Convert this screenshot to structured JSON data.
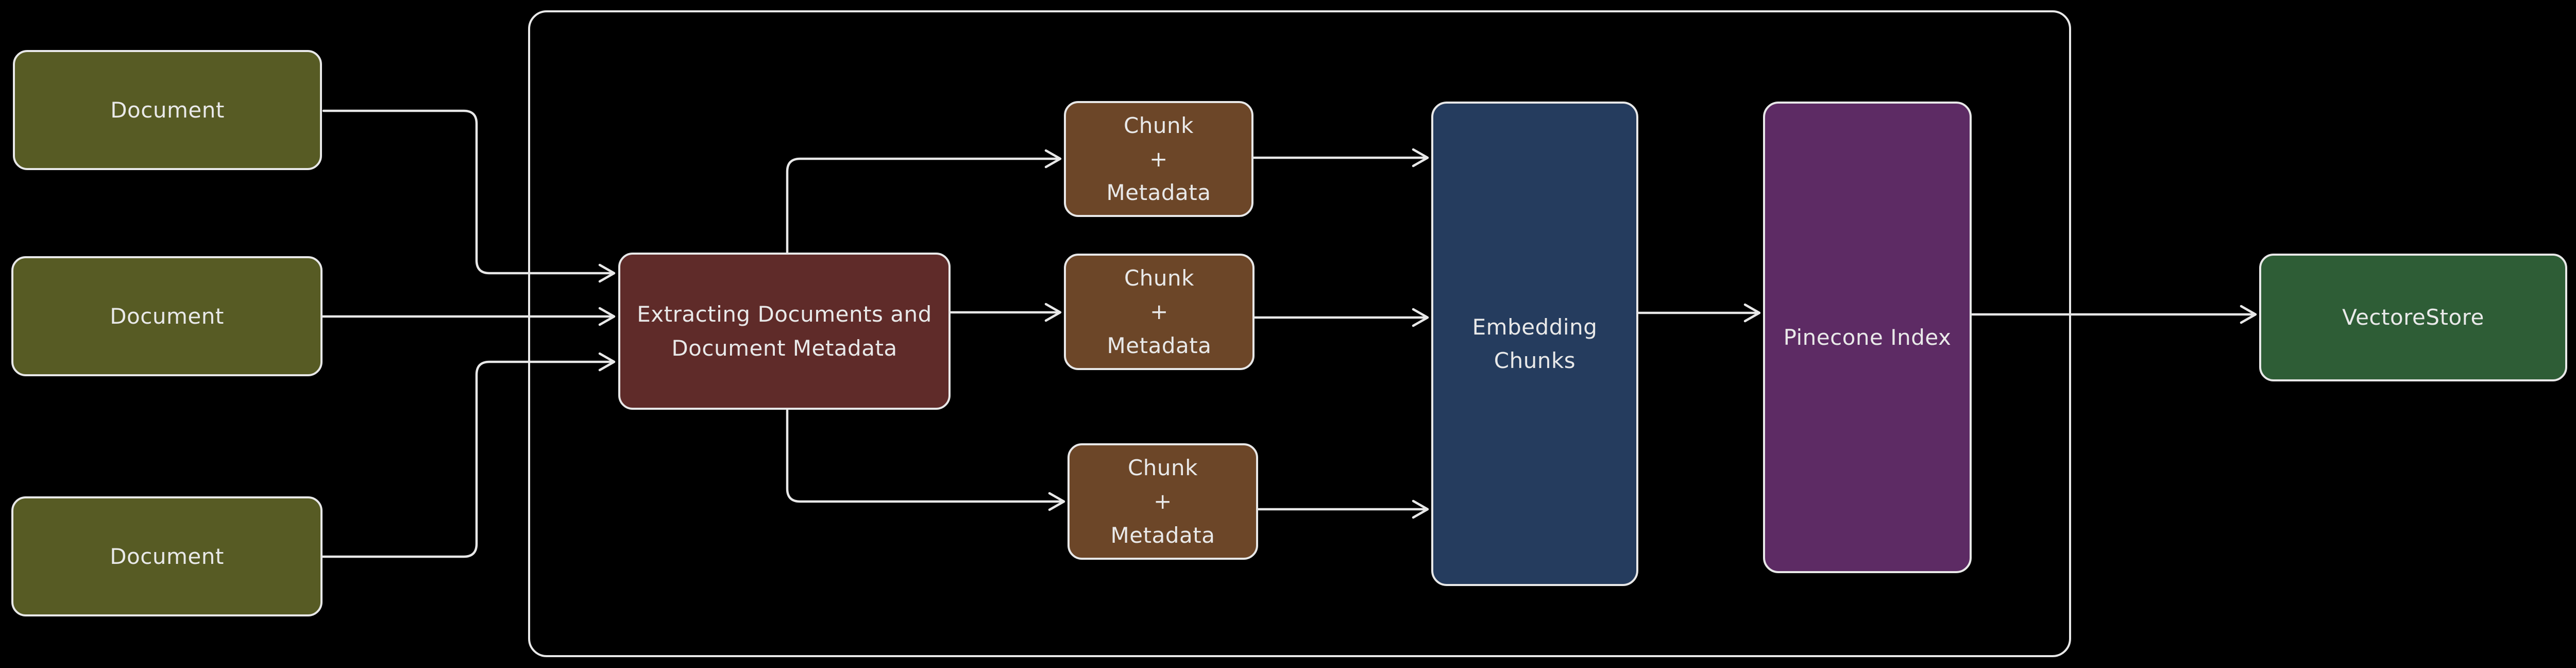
{
  "diagram": {
    "background": "#000000",
    "palette": {
      "line": "#e8e8e8",
      "text": "#e9e9e9",
      "document": "#575b24",
      "extracting": "#5f2b29",
      "chunk": "#6c4628",
      "embedding": "#253c5e",
      "pinecone": "#5d2b64",
      "vectorstore": "#2e5d36"
    },
    "nodes": {
      "doc1": {
        "label": "Document",
        "color": "#575b24"
      },
      "doc2": {
        "label": "Document",
        "color": "#575b24"
      },
      "doc3": {
        "label": "Document",
        "color": "#575b24"
      },
      "extract": {
        "label": "Extracting Documents and\nDocument Metadata",
        "color": "#5f2b29"
      },
      "chunk1": {
        "label": "Chunk\n+\nMetadata",
        "color": "#6c4628"
      },
      "chunk2": {
        "label": "Chunk\n+\nMetadata",
        "color": "#6c4628"
      },
      "chunk3": {
        "label": "Chunk\n+\nMetadata",
        "color": "#6c4628"
      },
      "embed": {
        "label": "Embedding\nChunks",
        "color": "#253c5e"
      },
      "pinecone": {
        "label": "Pinecone Index",
        "color": "#5d2b64"
      },
      "vstore": {
        "label": "VectoreStore",
        "color": "#2e5d36"
      }
    },
    "edges": [
      {
        "from": "doc1",
        "to": "extract"
      },
      {
        "from": "doc2",
        "to": "extract"
      },
      {
        "from": "doc3",
        "to": "extract"
      },
      {
        "from": "extract",
        "to": "chunk1"
      },
      {
        "from": "extract",
        "to": "chunk2"
      },
      {
        "from": "extract",
        "to": "chunk3"
      },
      {
        "from": "chunk1",
        "to": "embed"
      },
      {
        "from": "chunk2",
        "to": "embed"
      },
      {
        "from": "chunk3",
        "to": "embed"
      },
      {
        "from": "embed",
        "to": "pinecone"
      },
      {
        "from": "pinecone",
        "to": "vstore"
      }
    ]
  }
}
